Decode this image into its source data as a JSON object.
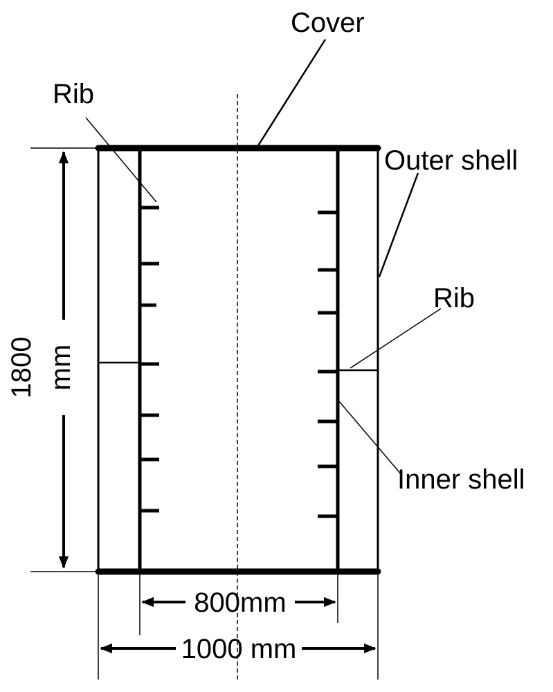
{
  "labels": {
    "cover": "Cover",
    "rib_top": "Rib",
    "outer_shell": "Outer shell",
    "rib_right": "Rib",
    "inner_shell": "Inner shell",
    "height_value": "1800",
    "height_unit": "mm",
    "inner_width": "800mm",
    "outer_width": "1000 mm"
  }
}
